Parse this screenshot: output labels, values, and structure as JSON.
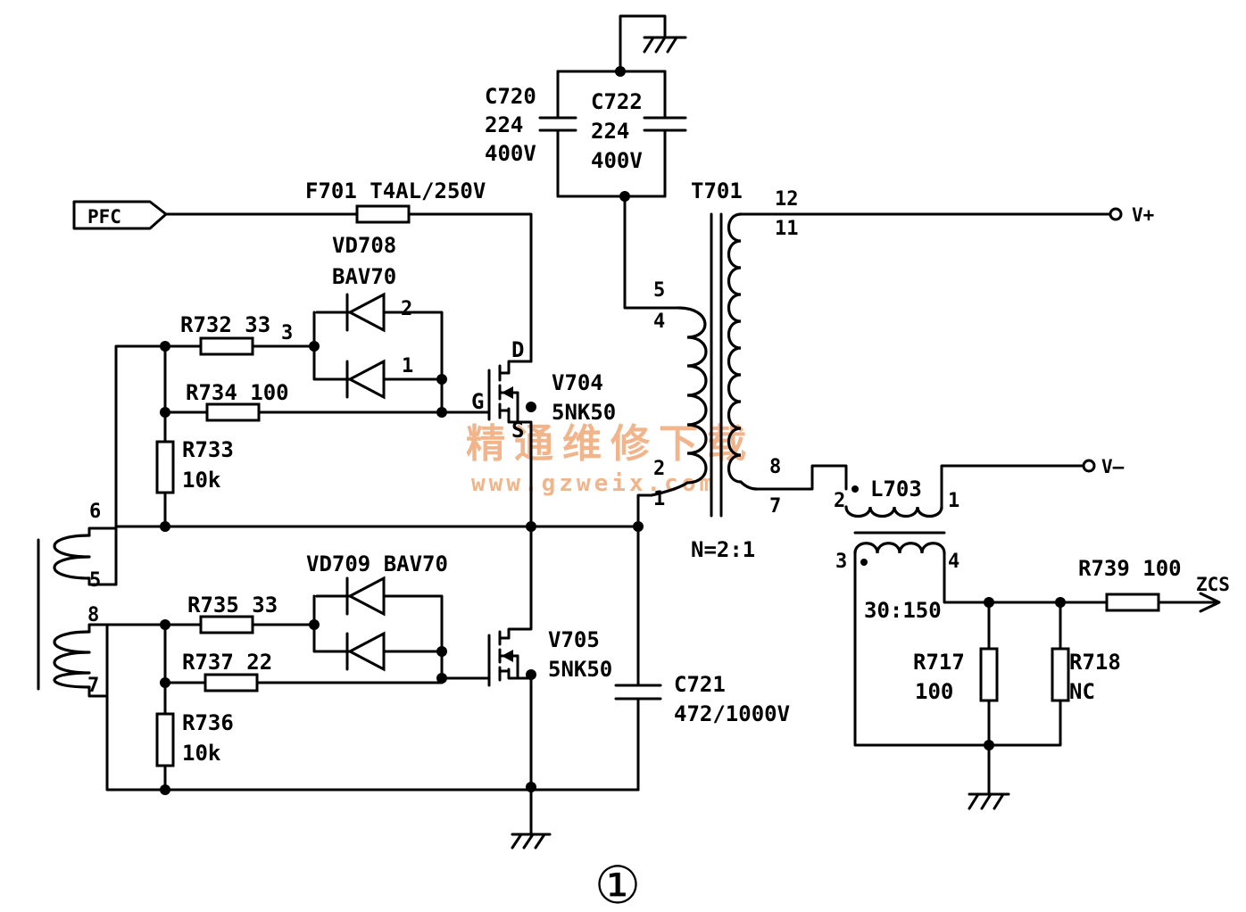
{
  "figure": {
    "number": "①"
  },
  "ports": {
    "pfc": "PFC",
    "v_plus": "V+",
    "v_minus": "V–",
    "zcs": "ZCS"
  },
  "fuse": {
    "label": "F701 T4AL/250V"
  },
  "capacitors": {
    "c720": {
      "ref": "C720",
      "value": "224",
      "voltage": "400V"
    },
    "c722": {
      "ref": "C722",
      "value": "224",
      "voltage": "400V"
    },
    "c721": {
      "ref": "C721",
      "value": "472/1000V"
    }
  },
  "transformer": {
    "ref": "T701",
    "ratio": "N=2:1",
    "pins": {
      "p12": "12",
      "p11": "11",
      "p5": "5",
      "p4": "4",
      "p2": "2",
      "p1": "1",
      "p8": "8",
      "p7": "7"
    }
  },
  "inductor": {
    "ref": "L703",
    "ratio": "30:150",
    "pins": {
      "p1": "1",
      "p2": "2",
      "p3": "3",
      "p4": "4"
    }
  },
  "gate_transformer": {
    "pins": {
      "p6": "6",
      "p5": "5",
      "p8": "8",
      "p7": "7"
    }
  },
  "diodes": {
    "vd708": {
      "ref": "VD708",
      "part": "BAV70",
      "pin1": "1",
      "pin2": "2",
      "pin3": "3"
    },
    "vd709": {
      "label": "VD709 BAV70"
    }
  },
  "mosfets": {
    "v704": {
      "ref": "V704",
      "part": "5NK50",
      "drain": "D",
      "gate": "G",
      "source": "S"
    },
    "v705": {
      "ref": "V705",
      "part": "5NK50"
    }
  },
  "resistors": {
    "r732": "R732 33",
    "r734": "R734 100",
    "r733": {
      "ref": "R733",
      "value": "10k"
    },
    "r735": "R735 33",
    "r737": "R737 22",
    "r736": {
      "ref": "R736",
      "value": "10k"
    },
    "r739": "R739 100",
    "r717": {
      "ref": "R717",
      "value": "100"
    },
    "r718": {
      "ref": "R718",
      "value": "NC"
    }
  },
  "watermark": {
    "title": "精通维修下载",
    "url": "www.gzweix.com"
  }
}
